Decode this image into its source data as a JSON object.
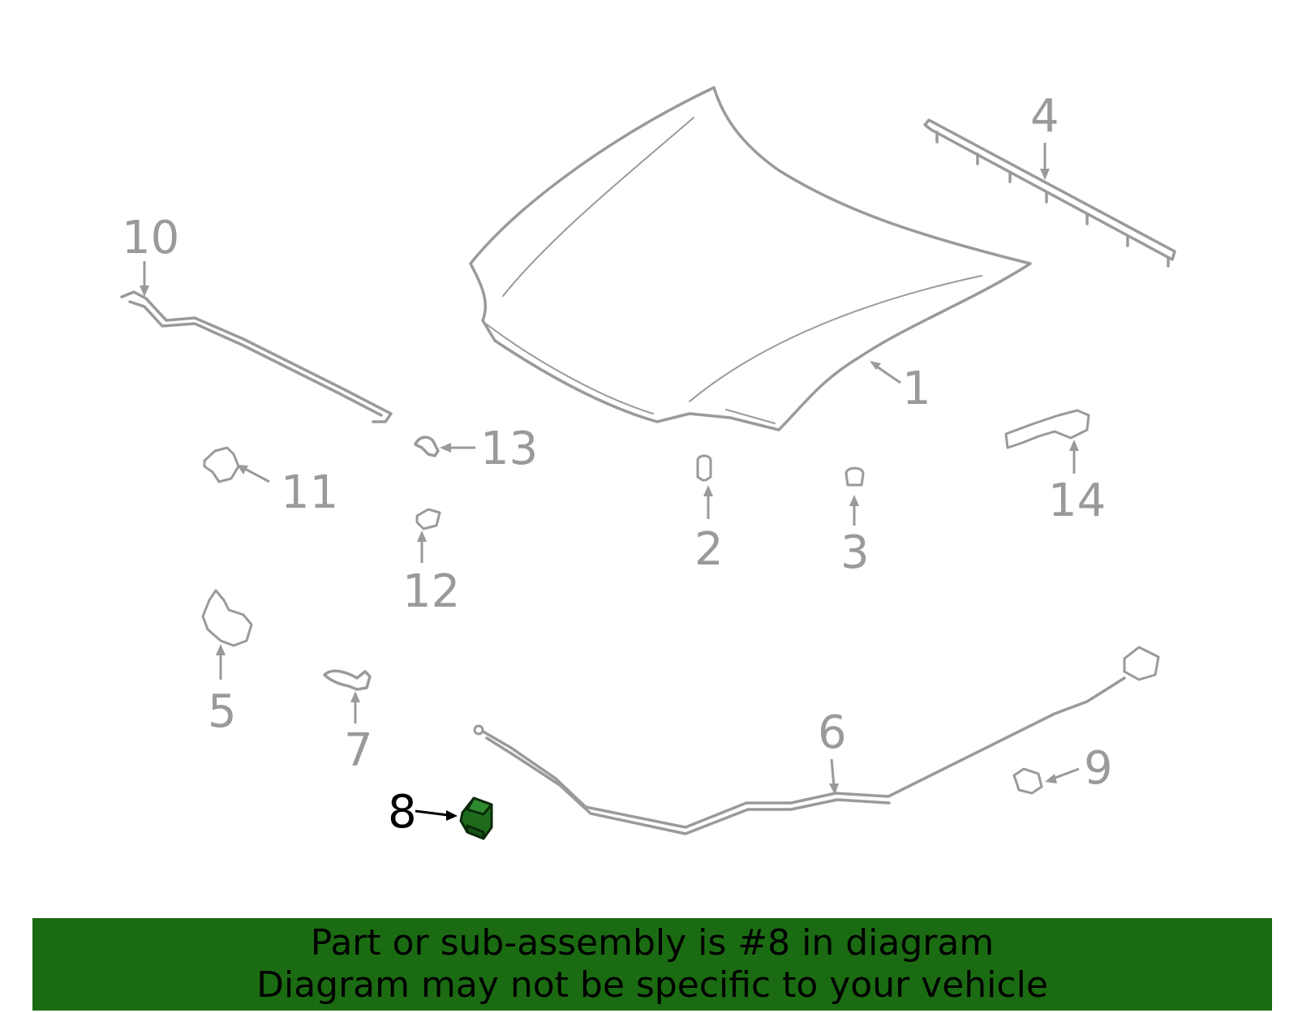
{
  "diagram": {
    "highlighted_part": "8",
    "callouts": [
      "1",
      "2",
      "3",
      "4",
      "5",
      "6",
      "7",
      "8",
      "9",
      "10",
      "11",
      "12",
      "13",
      "14"
    ]
  },
  "banner": {
    "line1": "Part or sub-assembly is #8 in diagram",
    "line2": "Diagram may not be specific to your vehicle"
  },
  "colors": {
    "part_outline": "#9a9a9a",
    "highlight": "#1e6b1e",
    "banner_bg": "#1b6b12",
    "text": "#000000"
  }
}
